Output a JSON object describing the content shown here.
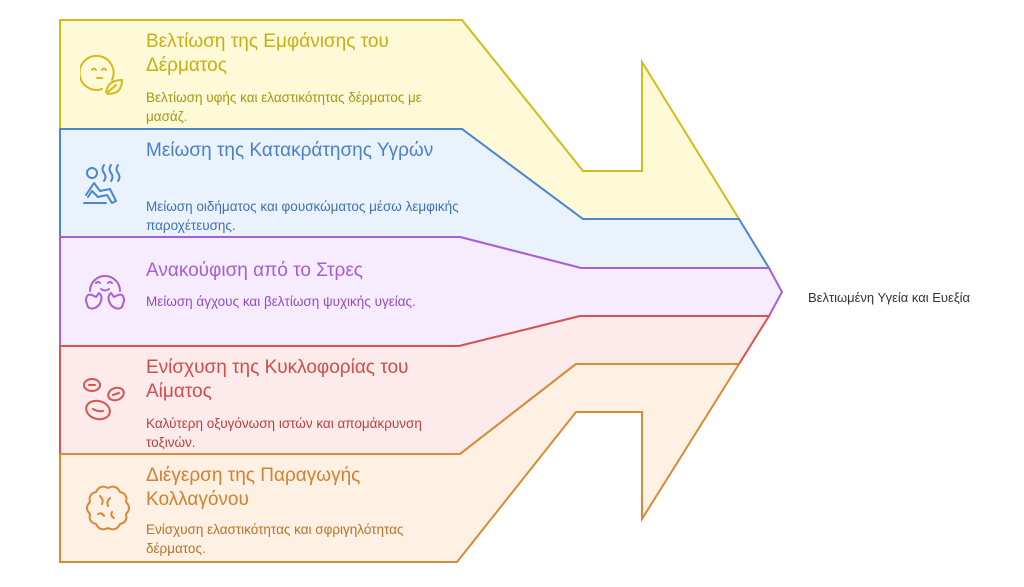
{
  "diagram": {
    "type": "converging-arrow",
    "result": {
      "label": "Βελτιωμένη Υγεία και Ευεξία"
    },
    "items": [
      {
        "title": "Βελτίωση της Εμφάνισης του Δέρματος",
        "description": "Βελτίωση υφής και ελαστικότητας δέρματος με μασάζ.",
        "icon": "face-leaf-icon",
        "color": "#d4bb1a",
        "text_color": "#c8ae14",
        "fill": "#fefad8"
      },
      {
        "title": "Μείωση της Κατακράτησης Υγρών",
        "description": "Μείωση οιδήματος και φουσκώματος μέσω λεμφικής παροχέτευσης.",
        "icon": "reclining-person-steam-icon",
        "color": "#4a86d4",
        "text_color": "#4a7fc9",
        "fill": "#eaf2fd"
      },
      {
        "title": "Ανακούφιση από το Στρες",
        "description": "Μείωση άγχους και βελτίωση ψυχικής υγείας.",
        "icon": "calm-face-hands-icon",
        "color": "#a95fd6",
        "text_color": "#a45ed2",
        "fill": "#f7ecfd"
      },
      {
        "title": "Ενίσχυση της Κυκλοφορίας του Αίματος",
        "description": "Καλύτερη οξυγόνωση ιστών και απομάκρυνση τοξινών.",
        "icon": "blood-cells-icon",
        "color": "#d9534f",
        "text_color": "#d24c48",
        "fill": "#fdeaea"
      },
      {
        "title": "Διέγερση της Παραγωγής Κολλαγόνου",
        "description": "Ενίσχυση ελαστικότητας και σφριγηλότητας δέρματος.",
        "icon": "collagen-cloud-icon",
        "color": "#d98a38",
        "text_color": "#d08131",
        "fill": "#fef0e2"
      }
    ]
  }
}
